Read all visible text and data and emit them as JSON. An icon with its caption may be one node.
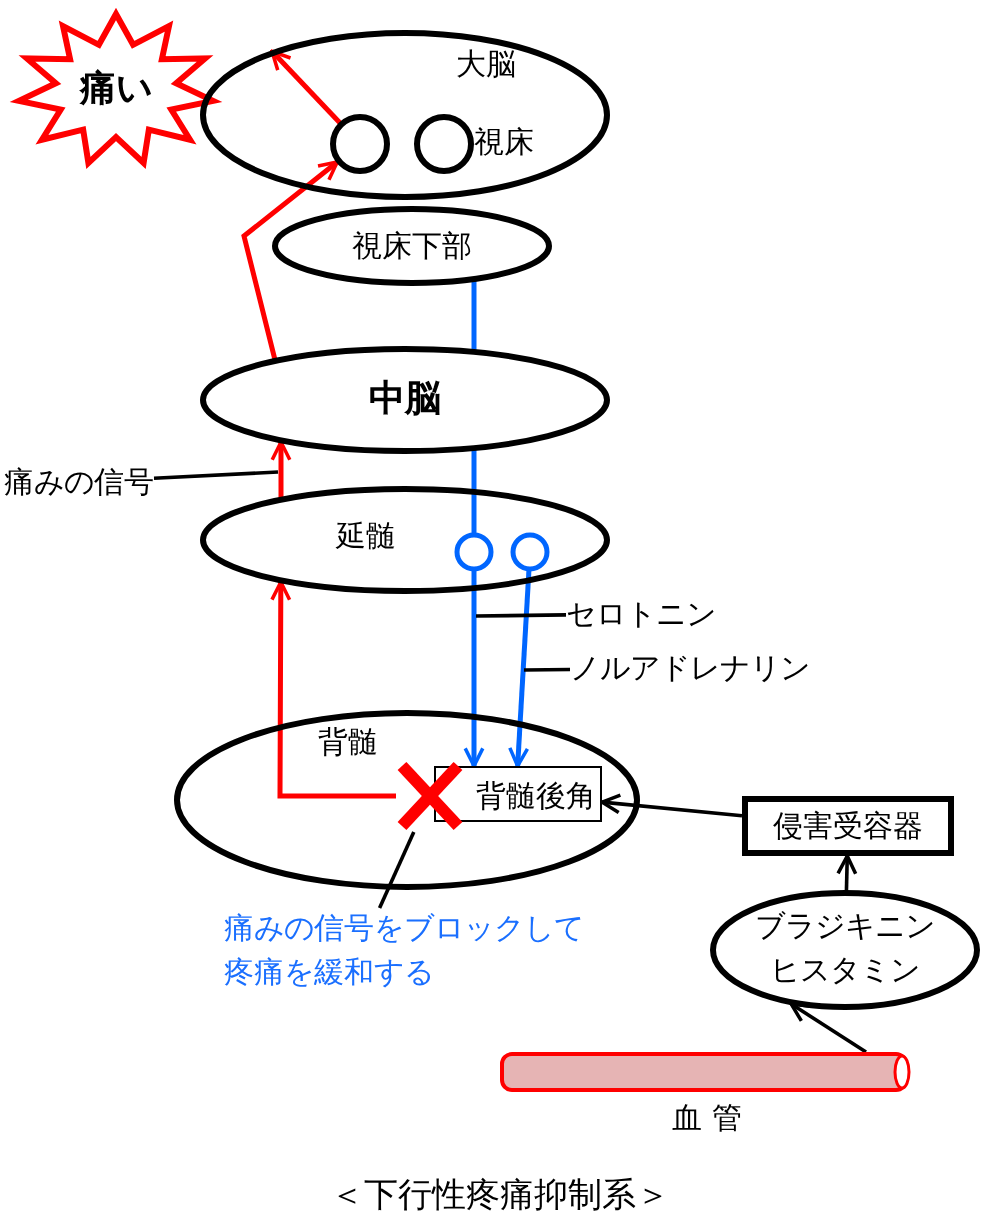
{
  "diagram": {
    "caption": "＜下行性疼痛抑制系＞",
    "nodes": [
      {
        "text": [
          "痛い"
        ]
      },
      {
        "text": [
          "大脳"
        ]
      },
      {
        "text": [],
        "shape": "circle",
        "in": 1
      },
      {
        "text": [],
        "shape": "circle",
        "in": 1
      },
      {
        "text": [
          "視床下部"
        ]
      },
      {
        "text": [
          "中脳"
        ]
      },
      {
        "text": [
          "延髄"
        ]
      },
      {
        "text": [],
        "shape": "circle",
        "in": 6
      },
      {
        "text": [],
        "shape": "circle",
        "in": 6
      },
      {
        "text": [
          "背髄"
        ]
      },
      {
        "text": [
          "背髄後角"
        ],
        "in": 9
      },
      {
        "text": [
          "侵害受容器"
        ]
      },
      {
        "text": [
          "ブラジキニン",
          "ヒスタミン"
        ]
      },
      {
        "text": [
          "血 管"
        ]
      },
      {
        "text": [
          "セロトニン"
        ]
      },
      {
        "text": [
          "ノルアドレナリン"
        ]
      },
      {
        "text": [
          "痛みの信号"
        ]
      },
      {
        "text": [
          "痛みの信号をブロックして疼痛を緩和する"
        ]
      },
      {
        "text": [],
        "shape": "cross",
        "in": 9
      }
    ],
    "edges": [
      {
        "from": 18,
        "to": 6,
        "arrow": "to",
        "color": "#ff0000"
      },
      {
        "from": 6,
        "to": 5,
        "arrow": "to",
        "color": "#ff0000"
      },
      {
        "from": 5,
        "to": 2,
        "arrow": "to",
        "color": "#ff0000"
      },
      {
        "from": 2,
        "to": 1,
        "arrow": "to",
        "color": "#ff0000"
      },
      {
        "from": 4,
        "to": 5,
        "arrow": "none",
        "color": "#0066ff"
      },
      {
        "from": 5,
        "to": 7,
        "arrow": "none",
        "color": "#0066ff"
      },
      {
        "from": 7,
        "to": 10,
        "arrow": "to",
        "color": "#0066ff"
      },
      {
        "from": 8,
        "to": 10,
        "arrow": "to",
        "color": "#0066ff"
      },
      {
        "from": 11,
        "to": 10,
        "arrow": "to"
      },
      {
        "from": 12,
        "to": 11,
        "arrow": "to"
      },
      {
        "from": 13,
        "to": 12,
        "arrow": "to"
      },
      {
        "from": 14,
        "to": null,
        "arrow": "none"
      },
      {
        "from": 15,
        "to": null,
        "arrow": "none"
      },
      {
        "from": 16,
        "to": null,
        "arrow": "none"
      },
      {
        "from": 17,
        "to": 18,
        "arrow": "none"
      }
    ],
    "labels": [
      "視床"
    ]
  }
}
